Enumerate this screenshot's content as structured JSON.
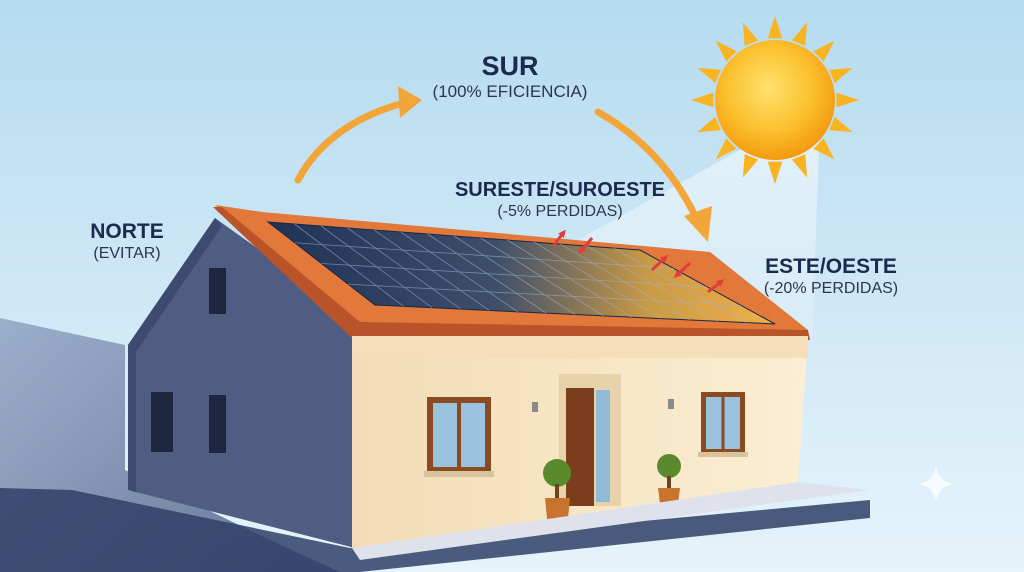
{
  "labels": {
    "sur": {
      "title": "SUR",
      "subtitle": "(100% EFICIENCIA)"
    },
    "sureste_suroeste": {
      "title": "SURESTE/SUROESTE",
      "subtitle": "(-5% PERDIDAS)"
    },
    "este_oeste": {
      "title": "ESTE/OESTE",
      "subtitle": "(-20% PERDIDAS)"
    },
    "norte": {
      "title": "NORTE",
      "subtitle": "(EVITAR)"
    }
  },
  "colors": {
    "sky_top": "#b9def2",
    "sky_bottom": "#e4f3fb",
    "sun": "#f7b51c",
    "arrow": "#f2a63a",
    "roof_tile": "#e2783a",
    "wall_front": "#f7e6c7",
    "wall_side": "#4f5d82",
    "panel": "#2a3f66",
    "loss_arrow": "#e23c3c",
    "text": "#1b2a4e"
  },
  "icons": [
    "sun-icon",
    "sparkle-icon",
    "plant-icon"
  ]
}
